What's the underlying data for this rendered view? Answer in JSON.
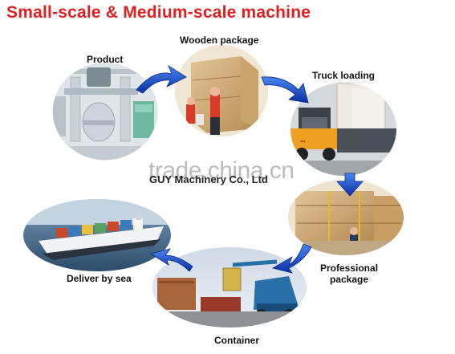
{
  "title": "Small-scale & Medium-scale machine",
  "steps": [
    {
      "label": "Product",
      "icon": "product-machine-photo"
    },
    {
      "label": "Wooden package",
      "icon": "wooden-crate-photo"
    },
    {
      "label": "Truck loading",
      "icon": "forklift-truck-photo"
    },
    {
      "label": "Professional",
      "label2": "package",
      "icon": "packed-crates-photo"
    },
    {
      "label": "Container",
      "icon": "container-crane-photo"
    },
    {
      "label": "Deliver by sea",
      "icon": "cargo-ship-photo"
    }
  ],
  "watermark": {
    "text": "trade.china.cn",
    "company": "GUY Machinery Co., Ltd"
  },
  "colors": {
    "title": "#e02020",
    "arrow": "#1e5cd8",
    "arrow_dark": "#0a2a8a"
  }
}
